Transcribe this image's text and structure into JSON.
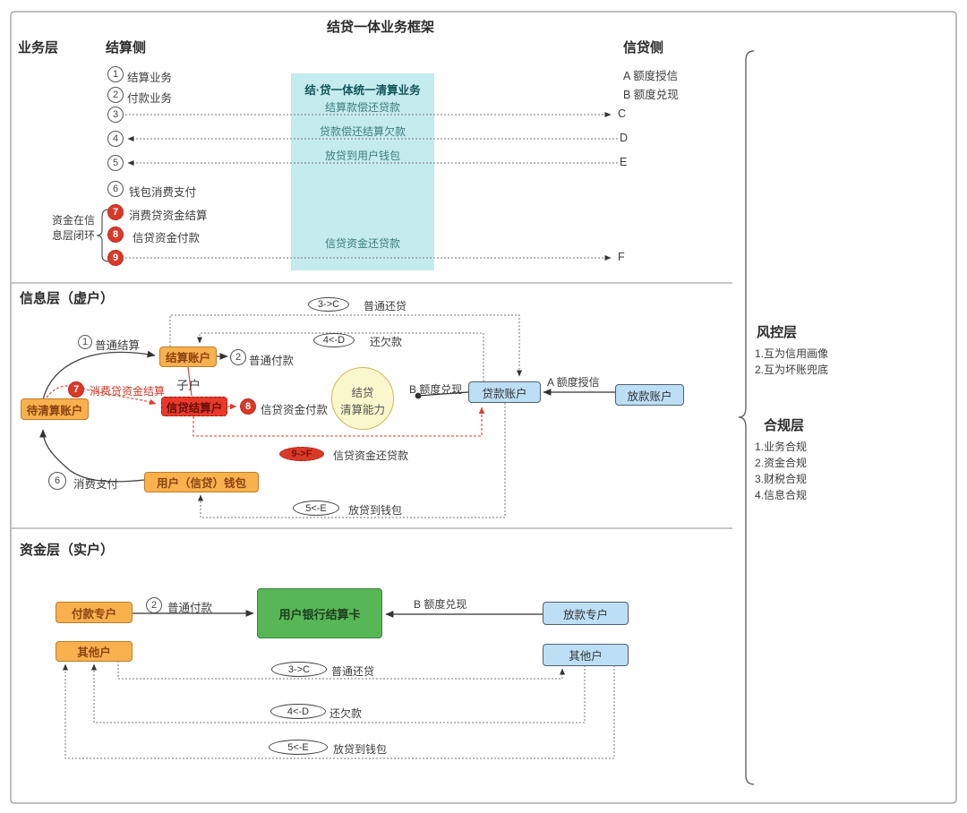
{
  "title": "结贷一体业务框架",
  "colors": {
    "orange": "#F9B14E",
    "red": "#E23B2A",
    "blue": "#BDDFF6",
    "green": "#57B757",
    "yellow": "#FBF7CD",
    "cyan": "#C4EBED"
  },
  "layers": {
    "business": {
      "label": "业务层",
      "settlement_header": "结算侧",
      "credit_header": "信贷侧",
      "items": [
        {
          "num": "1",
          "label": "结算业务"
        },
        {
          "num": "2",
          "label": "付款业务"
        },
        {
          "num": "3",
          "label": ""
        },
        {
          "num": "4",
          "label": ""
        },
        {
          "num": "5",
          "label": ""
        },
        {
          "num": "6",
          "label": "钱包消费支付"
        },
        {
          "num": "7",
          "label": "消费贷资金结算"
        },
        {
          "num": "8",
          "label": "信贷资金付款"
        },
        {
          "num": "9",
          "label": ""
        }
      ],
      "credit_items": [
        "A 额度授信",
        "B 额度兑现"
      ],
      "endpoints": [
        "C",
        "D",
        "E",
        "F"
      ],
      "loop_label_line1": "资金在信",
      "loop_label_line2": "息层闭环",
      "clearing_box": {
        "title": "结·贷一体统一清算业务",
        "row1": "结算款偿还贷款",
        "row2": "贷款偿还结算欠款",
        "row3": "放贷到用户钱包",
        "row4": "信贷资金还贷款"
      }
    },
    "information": {
      "header": "信息层（虚户）",
      "boxes": {
        "settlement_account": "结算账户",
        "credit_settlement_account": "信贷结算户",
        "pending_clear_account": "待清算账户",
        "user_wallet": "用户（信贷）钱包",
        "loan_account": "贷款账户",
        "disburse_account": "放款账户"
      },
      "ability_line1": "结贷",
      "ability_line2": "清算能力",
      "labels": {
        "normal_settlement": {
          "num": "1",
          "text": "普通结算"
        },
        "normal_payment": {
          "num": "2",
          "text": "普通付款"
        },
        "sub_account": "子户",
        "consume_loan_settle": {
          "num": "7",
          "text": "消费贷资金结算"
        },
        "credit_fund_pay": {
          "num": "8",
          "text": "信贷资金付款"
        },
        "consume_pay": {
          "num": "6",
          "text": "消费支付"
        },
        "quota_redeem": "B 额度兑现",
        "quota_grant": "A 额度授信"
      },
      "tags": {
        "t3c": {
          "tag": "3->C",
          "text": "普通还贷"
        },
        "t4d": {
          "tag": "4<-D",
          "text": "还欠款"
        },
        "t9f": {
          "tag": "9->F",
          "text": "信贷资金还贷款"
        },
        "t5e": {
          "tag": "5<-E",
          "text": "放贷到钱包"
        }
      }
    },
    "funds": {
      "header": "资金层（实户）",
      "boxes": {
        "payment_account": "付款专户",
        "other_account_left": "其他户",
        "user_bank_card": "用户银行结算卡",
        "disburse_account": "放款专户",
        "other_account_right": "其他户"
      },
      "labels": {
        "normal_payment": {
          "num": "2",
          "text": "普通付款"
        },
        "quota_redeem": "B 额度兑现"
      },
      "tags": {
        "t3c": {
          "tag": "3->C",
          "text": "普通还贷"
        },
        "t4d": {
          "tag": "4<-D",
          "text": "还欠款"
        },
        "t5e": {
          "tag": "5<-E",
          "text": "放贷到钱包"
        }
      }
    },
    "risk": {
      "header": "风控层",
      "items": [
        "1.互为信用画像",
        "2.互为坏账兜底"
      ]
    },
    "compliance": {
      "header": "合规层",
      "items": [
        "1.业务合规",
        "2.资金合规",
        "3.财税合规",
        "4.信息合规"
      ]
    }
  }
}
